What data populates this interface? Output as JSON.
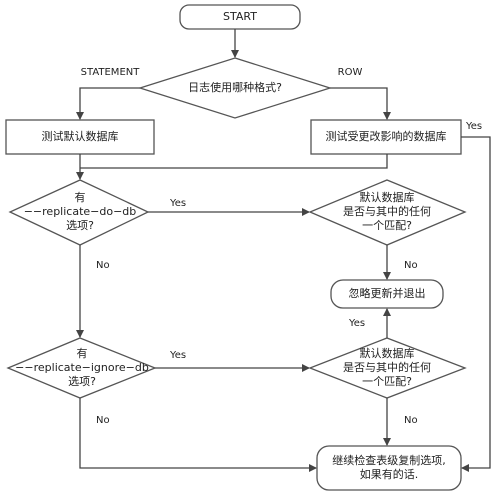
{
  "nodes": {
    "start": "START",
    "log_format": "日志使用哪种格式?",
    "test_default_db": "测试默认数据库",
    "test_affected_db": "测试受更改影响的数据库",
    "do_db_check": [
      "有",
      "−−replicate−do−db",
      "选项?"
    ],
    "default_db_match_1": [
      "默认数据库",
      "是否与其中的任何",
      "一个匹配?"
    ],
    "ignore_exit": "忽略更新并退出",
    "ignore_db_check": [
      "有",
      "−−replicate−ignore−db",
      "选项?"
    ],
    "default_db_match_2": [
      "默认数据库",
      "是否与其中的任何",
      "一个匹配?"
    ],
    "continue_check": [
      "继续检查表级复制选项,",
      "如果有的话."
    ]
  },
  "edges": {
    "statement": "STATEMENT",
    "row": "ROW",
    "yes_right_top": "Yes",
    "yes_do_db": "Yes",
    "no_match_1": "No",
    "no_do_db": "No",
    "yes_match_2": "Yes",
    "yes_ignore_db": "Yes",
    "no_ignore_db": "No",
    "no_match_2": "No"
  }
}
